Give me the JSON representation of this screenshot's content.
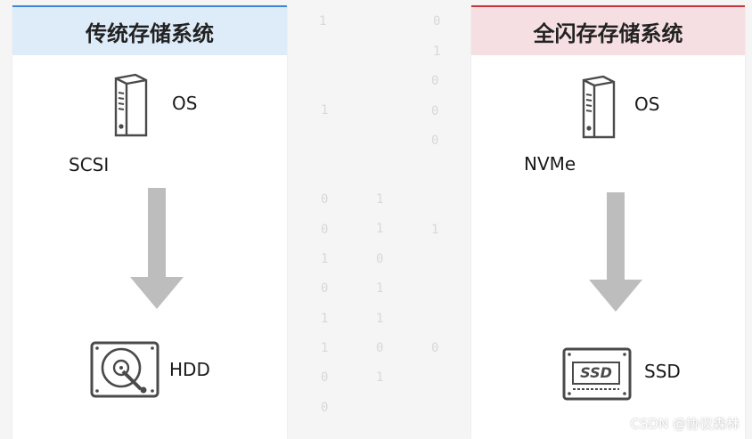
{
  "left_panel": {
    "title": "传统存储系统",
    "os_label": "OS",
    "protocol_label": "SCSI",
    "device_label": "HDD"
  },
  "right_panel": {
    "title": "全闪存存储系统",
    "os_label": "OS",
    "protocol_label": "NVMe",
    "device_label": "SSD",
    "ssd_marking": "SSD"
  },
  "background_digits": [
    "1",
    "0",
    "1",
    "0",
    "1",
    "0",
    "0",
    "1",
    "1",
    "0",
    "1",
    "1",
    "0",
    "1",
    "0",
    "0",
    "1",
    "0",
    "1",
    "1",
    "0",
    "0",
    "1",
    "0"
  ],
  "watermark": "CSDN @协议森林",
  "colors": {
    "left_accent": "#3f86d6",
    "left_header_bg": "#deebf8",
    "right_accent": "#c8333c",
    "right_header_bg": "#f6dfe2",
    "arrow": "#bdbdbd",
    "icon": "#4a4a4a"
  }
}
